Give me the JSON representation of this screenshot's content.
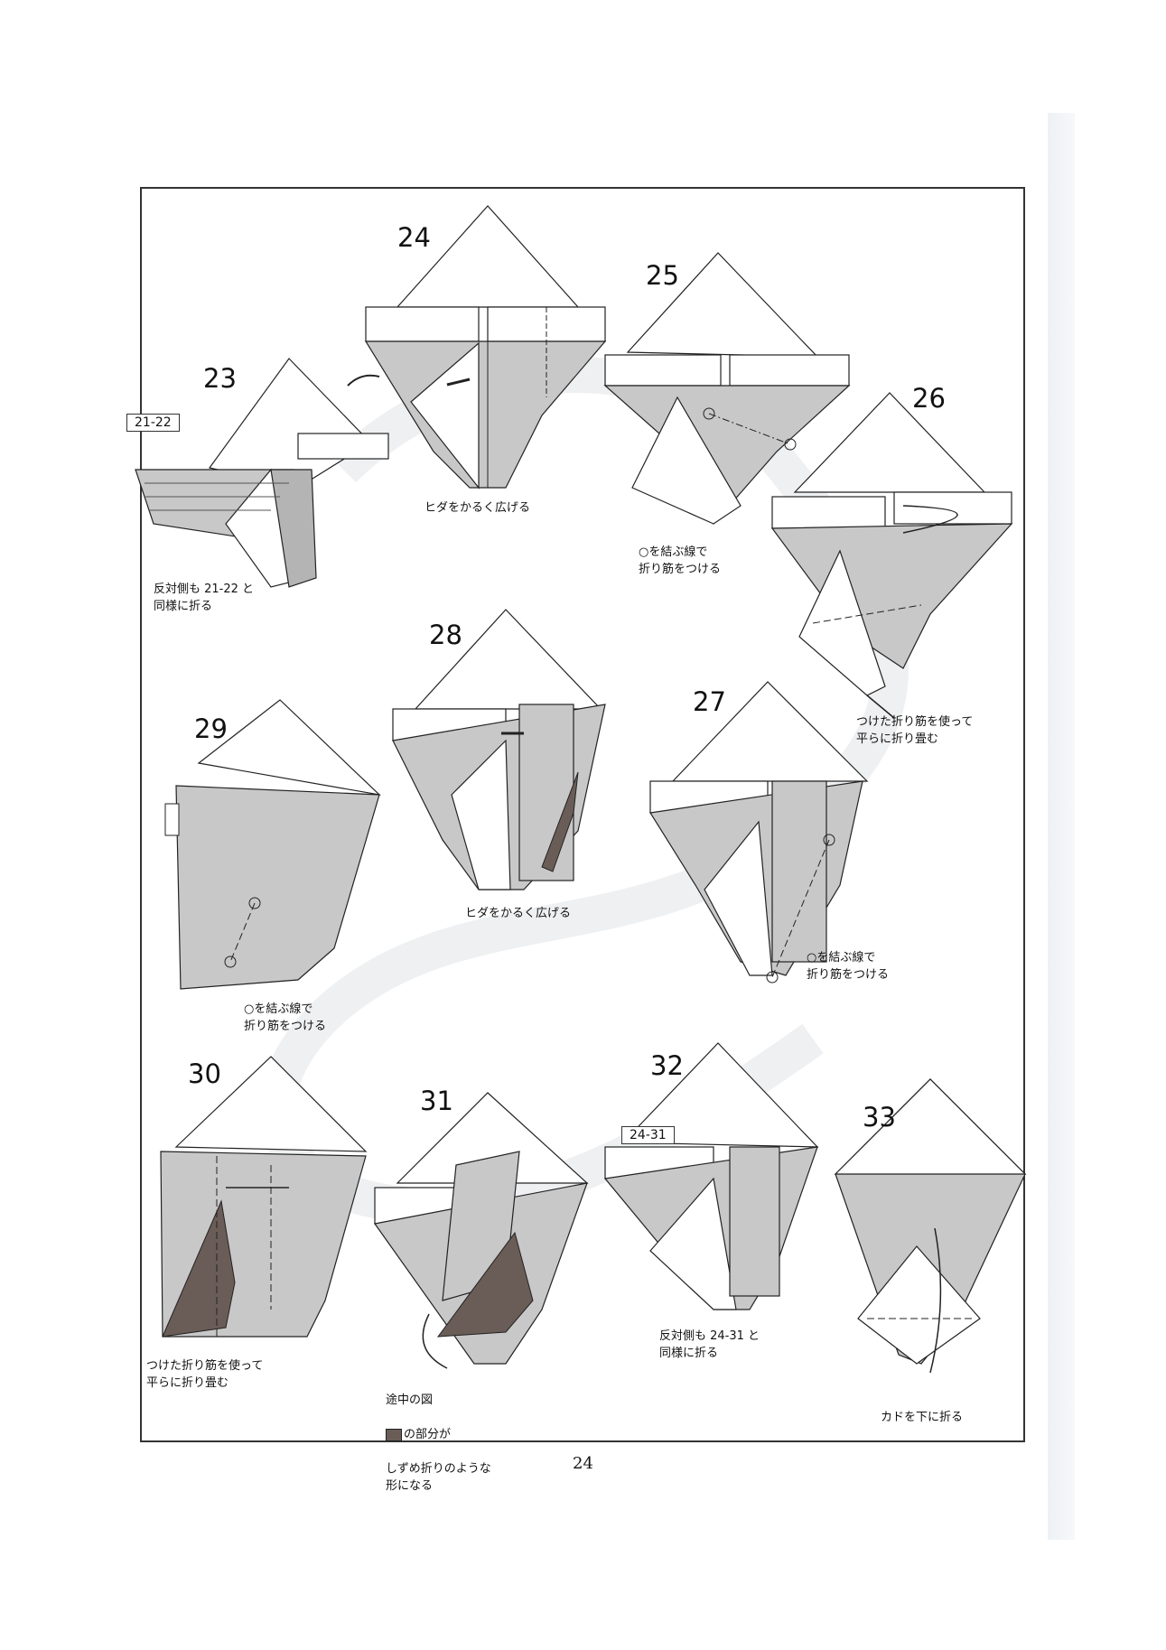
{
  "page_number": "24",
  "colors": {
    "paper_grey": "#c8c8c8",
    "dark_fill": "#6a5d58",
    "line": "#222222"
  },
  "steps": [
    {
      "number": "23",
      "reference": "21-22",
      "caption": "反対側も 21-22 と\n同様に折る"
    },
    {
      "number": "24",
      "caption": "ヒダをかるく広げる"
    },
    {
      "number": "25",
      "caption": "○を結ぶ線で\n折り筋をつける"
    },
    {
      "number": "26",
      "caption": "つけた折り筋を使って\n平らに折り畳む"
    },
    {
      "number": "27",
      "caption": "○を結ぶ線で\n折り筋をつける"
    },
    {
      "number": "28",
      "caption": "ヒダをかるく広げる"
    },
    {
      "number": "29",
      "caption": "○を結ぶ線で\n折り筋をつける"
    },
    {
      "number": "30",
      "caption": "つけた折り筋を使って\n平らに折り畳む"
    },
    {
      "number": "31",
      "caption_line1": "途中の図",
      "caption_line2": "の部分が",
      "caption_rest": "しずめ折りのような\n形になる"
    },
    {
      "number": "32",
      "reference": "24-31",
      "caption": "反対側も 24-31 と\n同様に折る"
    },
    {
      "number": "33",
      "caption": "カドを下に折る"
    }
  ]
}
